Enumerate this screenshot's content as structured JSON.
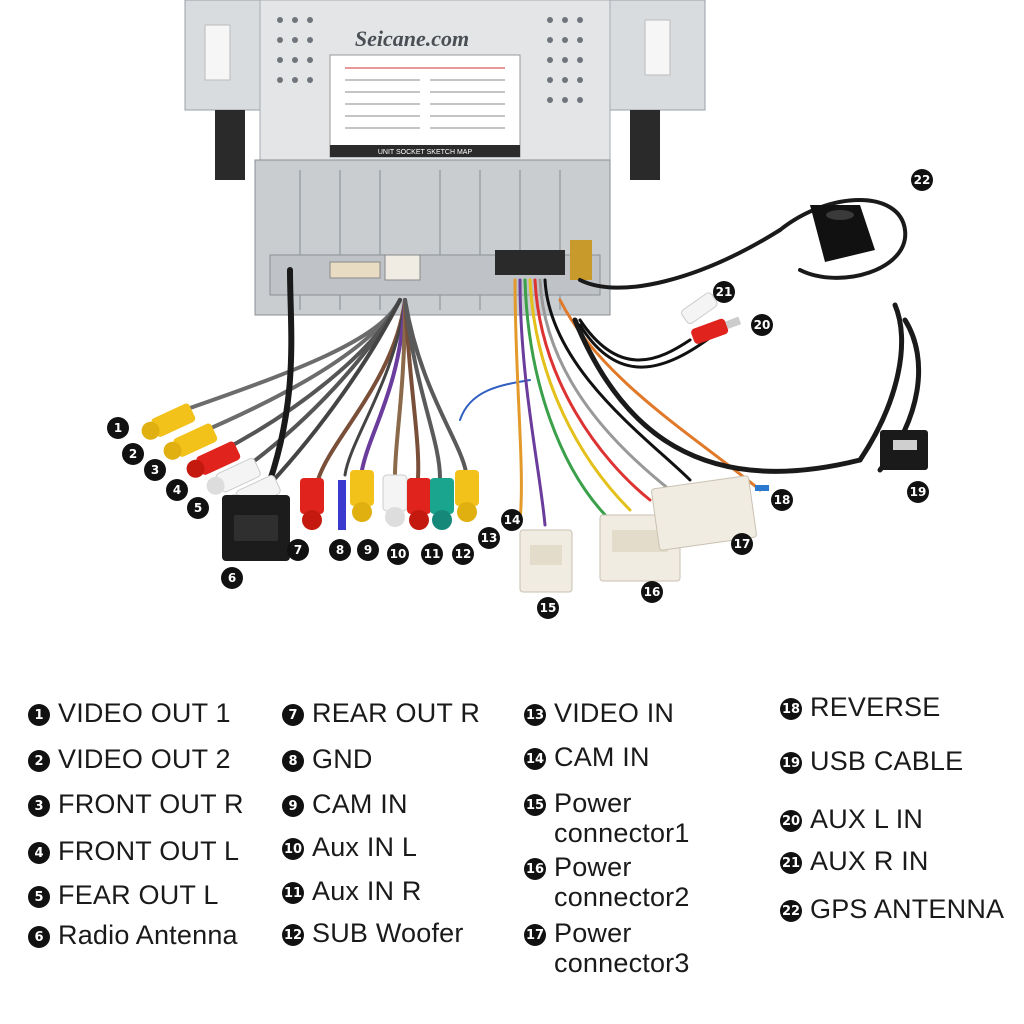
{
  "brand": "Seicane.com",
  "label_title": "UNIT SOCKET SKETCH MAP",
  "callout_numbers": [
    "1",
    "2",
    "3",
    "4",
    "5",
    "6",
    "7",
    "8",
    "9",
    "10",
    "11",
    "12",
    "13",
    "14",
    "15",
    "16",
    "17",
    "18",
    "19",
    "20",
    "21",
    "22"
  ],
  "legend": [
    {
      "num": "1",
      "text": "VIDEO OUT 1"
    },
    {
      "num": "2",
      "text": "VIDEO OUT 2"
    },
    {
      "num": "3",
      "text": "FRONT OUT R"
    },
    {
      "num": "4",
      "text": "FRONT OUT L"
    },
    {
      "num": "5",
      "text": "FEAR OUT L"
    },
    {
      "num": "6",
      "text": "Radio Antenna"
    },
    {
      "num": "7",
      "text": "REAR OUT R"
    },
    {
      "num": "8",
      "text": "GND"
    },
    {
      "num": "9",
      "text": "CAM IN"
    },
    {
      "num": "10",
      "text": "Aux IN L"
    },
    {
      "num": "11",
      "text": "Aux IN R"
    },
    {
      "num": "12",
      "text": "SUB Woofer"
    },
    {
      "num": "13",
      "text": "VIDEO IN"
    },
    {
      "num": "14",
      "text": "CAM IN"
    },
    {
      "num": "15",
      "text": "Power\nconnector1"
    },
    {
      "num": "16",
      "text": "Power\nconnector2"
    },
    {
      "num": "17",
      "text": "Power\nconnector3"
    },
    {
      "num": "18",
      "text": "REVERSE"
    },
    {
      "num": "19",
      "text": "USB CABLE"
    },
    {
      "num": "20",
      "text": "AUX L IN"
    },
    {
      "num": "21",
      "text": "AUX R IN"
    },
    {
      "num": "22",
      "text": "GPS ANTENNA"
    }
  ],
  "colors": {
    "yellow_rca": "#f2c21b",
    "red_rca": "#e0231d",
    "white_rca": "#f4f4f4",
    "teal_rca": "#1aa58f",
    "cable_black": "#1a1a1a",
    "chassis": "#cfd3d6",
    "connector": "#f1ece1"
  }
}
